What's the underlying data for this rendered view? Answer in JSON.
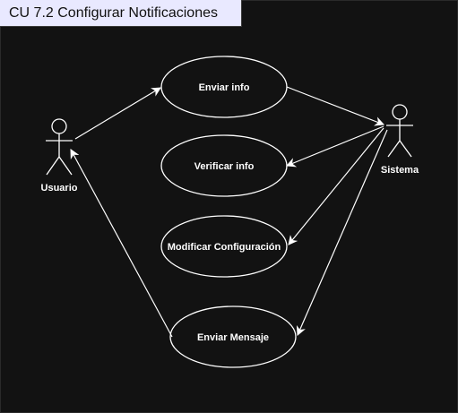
{
  "diagram": {
    "title": "CU 7.2 Configurar Notificaciones",
    "actors": {
      "user": "Usuario",
      "system": "Sistema"
    },
    "use_cases": {
      "send_info": "Enviar info",
      "verify_info": "Verificar info",
      "modify_config": "Modificar Configuración",
      "send_message": "Enviar Mensaje"
    },
    "colors": {
      "background": "#121212",
      "title_background": "#e9e9ff",
      "lines": "#ffffff"
    }
  }
}
